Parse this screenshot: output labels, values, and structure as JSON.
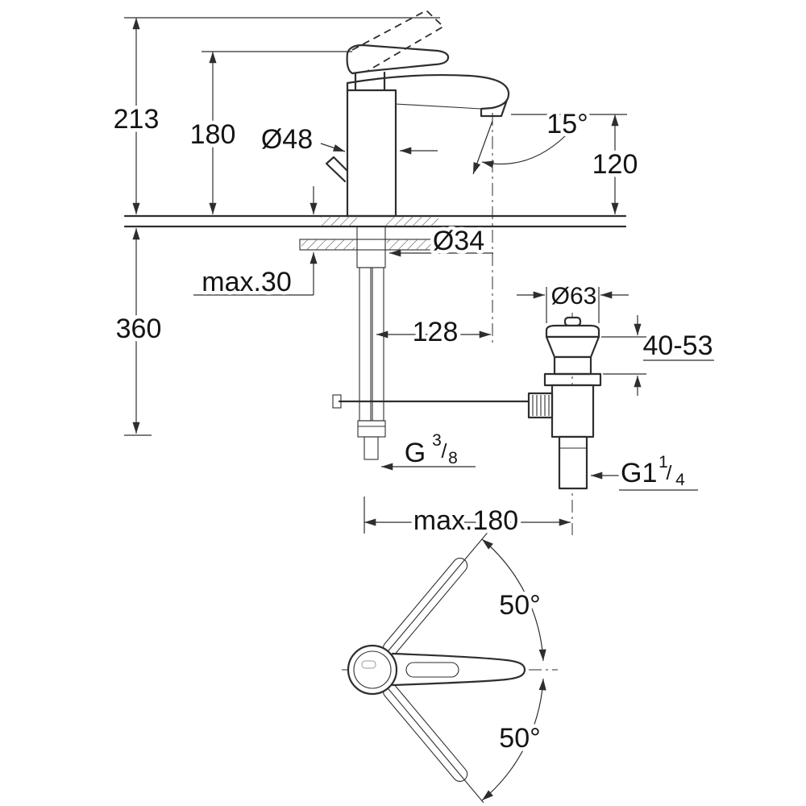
{
  "page": {
    "background": "#ffffff",
    "line_color": "#2e2e2e"
  },
  "drawing": {
    "type": "technical-dimension-drawing",
    "subject": "single-lever basin mixer faucet with pop-up waste, side view and handle top view",
    "labels": {
      "overall_height": "213",
      "body_height": "180",
      "body_diameter": "Ø48",
      "stream_angle": "15°",
      "spout_height": "120",
      "mount_hole_diameter": "Ø34",
      "max_deck_thickness": "max.30",
      "hose_length": "360",
      "spout_reach": "128",
      "waste_flange_diameter": "Ø63",
      "waste_height_range": "40-53",
      "supply_thread_prefix": "G",
      "supply_thread_numerator": "3",
      "supply_thread_slash": "/",
      "supply_thread_denominator": "8",
      "waste_thread_prefix": "G1",
      "waste_thread_numerator": "1",
      "waste_thread_slash": "/",
      "waste_thread_denominator": "4",
      "max_rod_reach": "max.180",
      "swivel_upper": "50°",
      "swivel_lower": "50°"
    }
  }
}
